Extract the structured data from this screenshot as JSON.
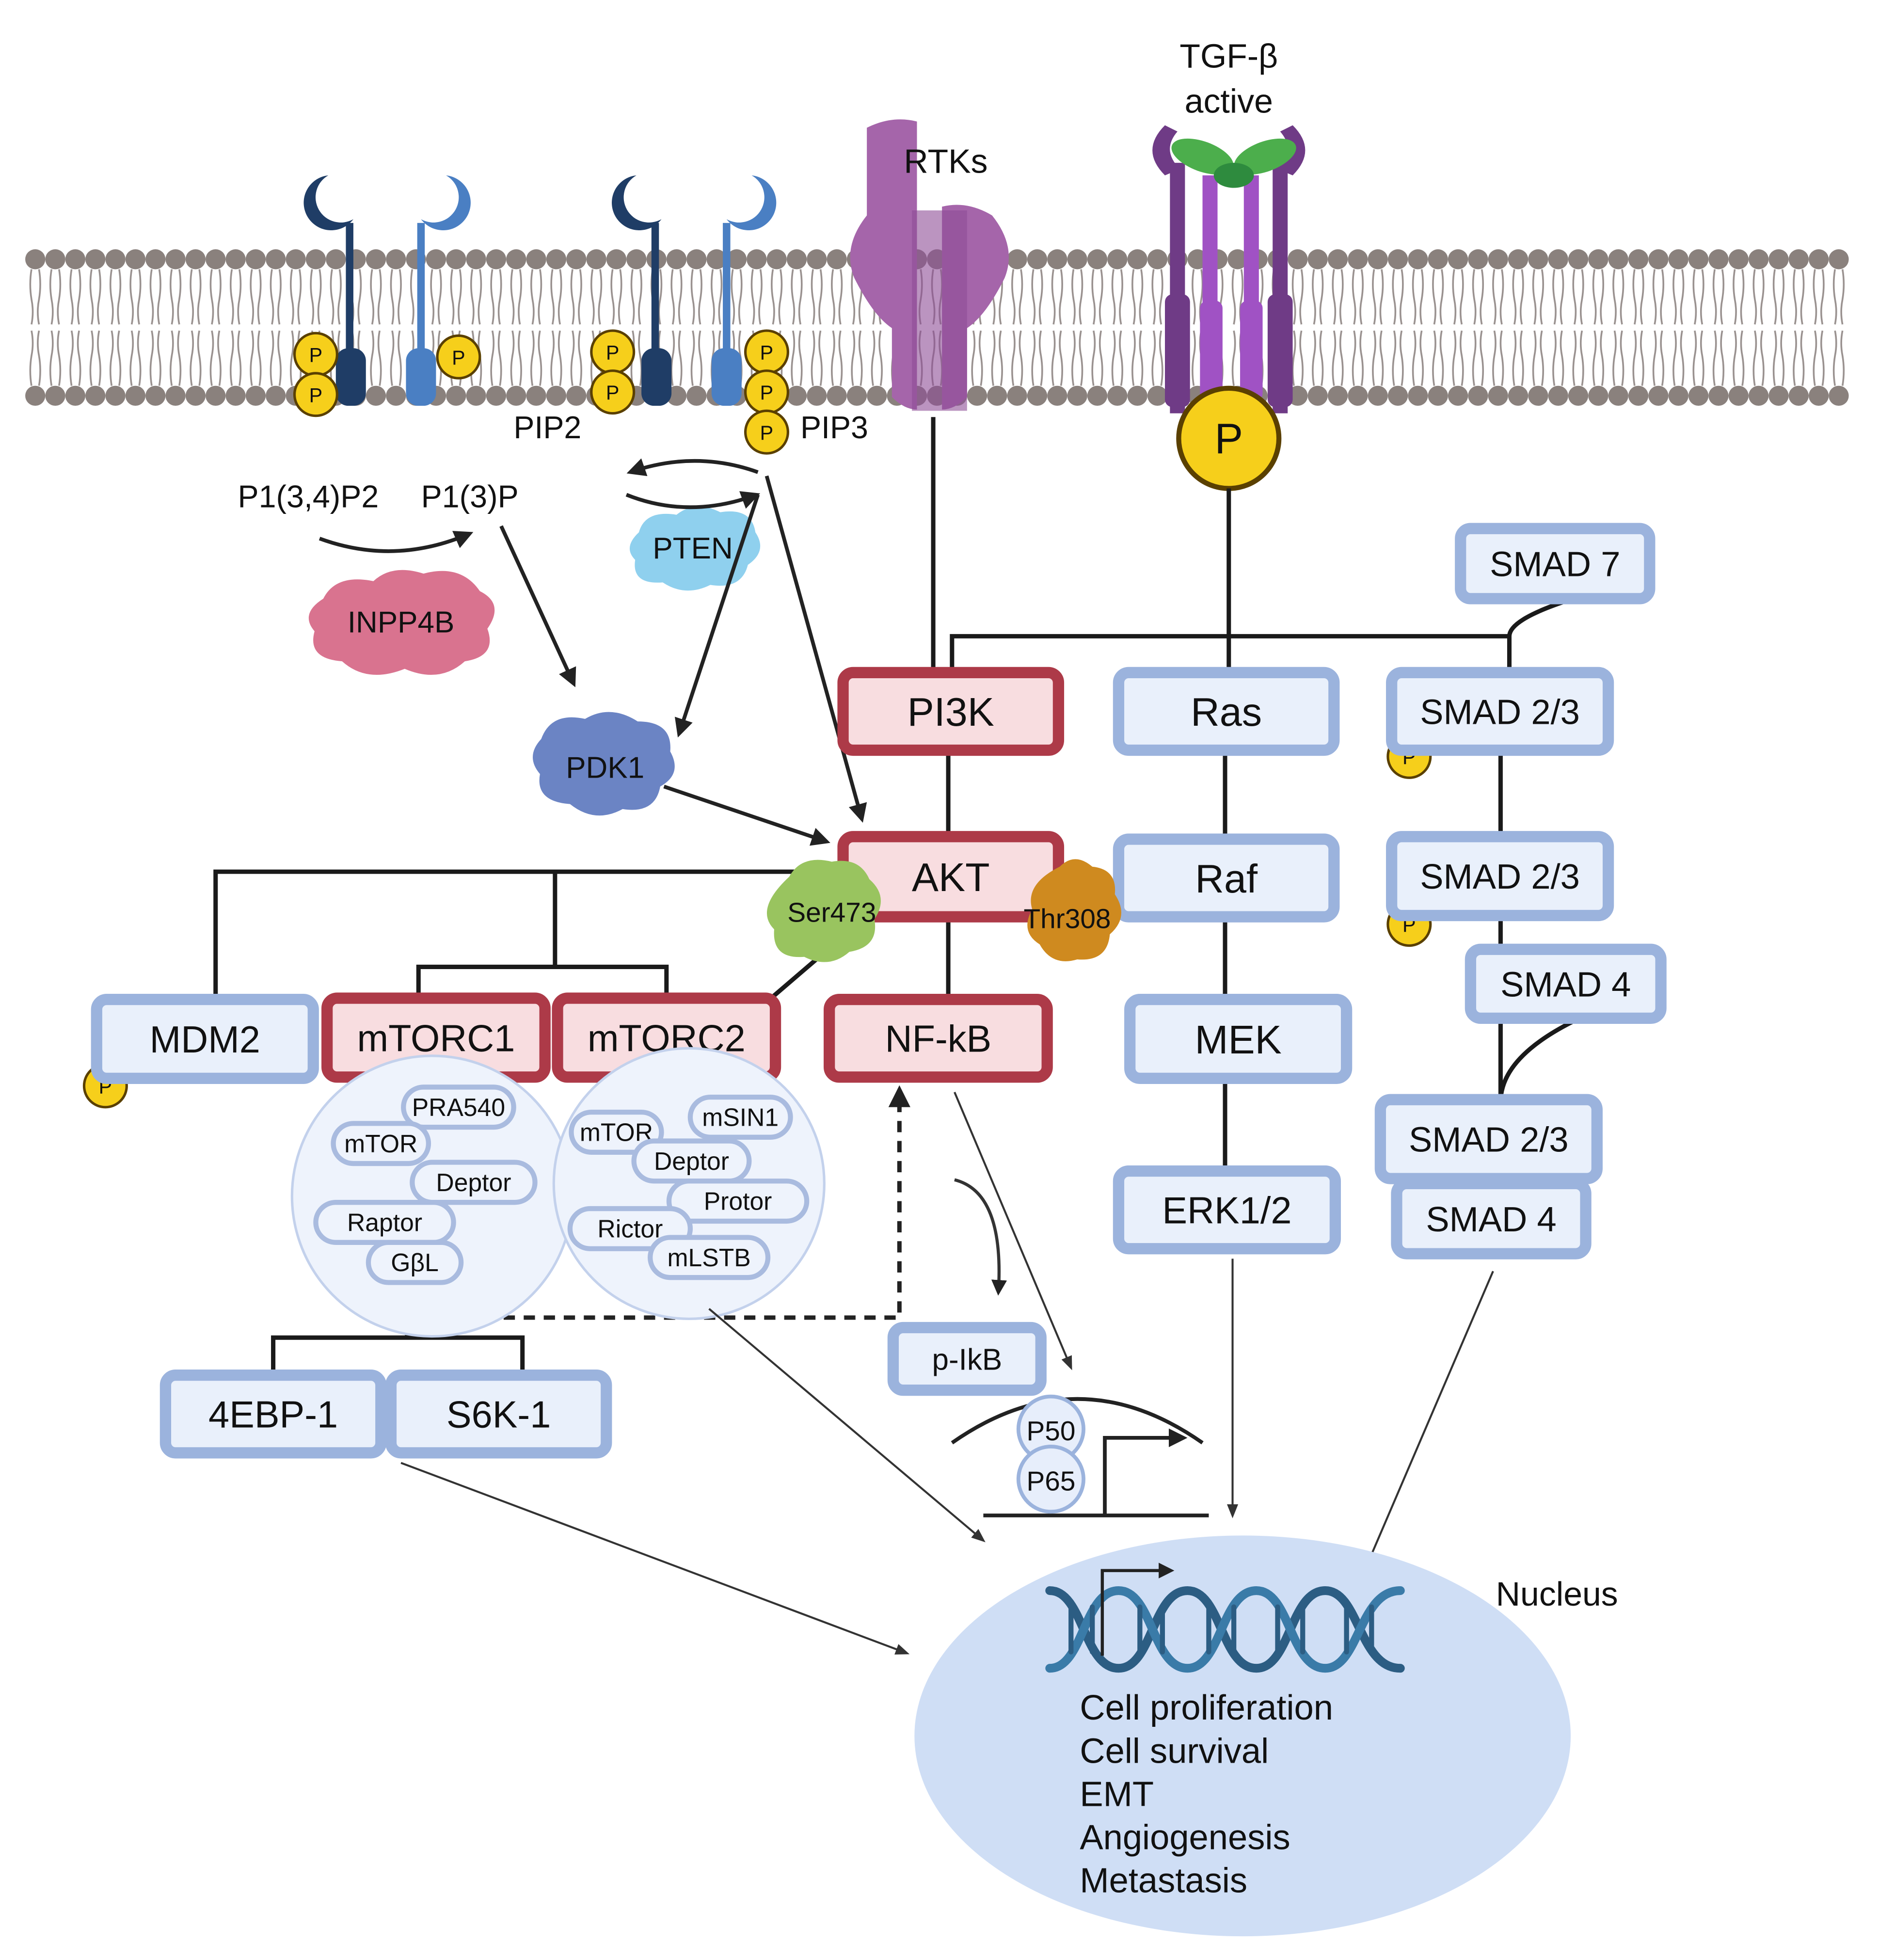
{
  "colors": {
    "membrane_head": "#8a817d",
    "receptor_dark": "#1f3d66",
    "receptor_light": "#4a7fc3",
    "rtk": "#a565aa",
    "tgfb_receptor": "#6f3b86",
    "tgfb_ligand": "#4cae4c",
    "phospho": "#f2c418",
    "pten": "#8fd0ee",
    "inpp4b": "#d9738f",
    "pdk1": "#6b84c4",
    "ser473": "#99c45f",
    "thr308": "#cf8a1f",
    "nucleus": "#cfdef5",
    "box_blue_fill": "#e9f0fb",
    "box_red_fill": "#f8dde0"
  },
  "labels": {
    "tgfb": [
      "TGF-β",
      "active"
    ],
    "rtks": "RTKs",
    "pip2": "PIP2",
    "pip3": "PIP3",
    "p134p2": "P1(3,4)P2",
    "p13p": "P1(3)P",
    "pten": "PTEN",
    "inpp4b": "INPP4B",
    "pdk1": "PDK1",
    "ser473": "Ser473",
    "thr308": "Thr308",
    "phospho": "P",
    "nucleus": "Nucleus",
    "p50": "P50",
    "p65": "P65"
  },
  "boxes": {
    "pi3k": "PI3K",
    "akt": "AKT",
    "nfkb": "NF-kB",
    "mtorc1": "mTORC1",
    "mtorc2": "mTORC2",
    "mdm2": "MDM2",
    "ras": "Ras",
    "raf": "Raf",
    "mek": "MEK",
    "erk": "ERK1/2",
    "smad7": "SMAD 7",
    "smad23_a": "SMAD 2/3",
    "smad23_b": "SMAD 2/3",
    "smad4_a": "SMAD 4",
    "smad23_c": "SMAD 2/3",
    "smad4_b": "SMAD 4",
    "ebp1": "4EBP-1",
    "s6k1": "S6K-1",
    "pikb": "p-IkB"
  },
  "mtorc1_components": [
    "PRA540",
    "mTOR",
    "Deptor",
    "Raptor",
    "GβL"
  ],
  "mtorc2_components": [
    "mTOR",
    "mSIN1",
    "Deptor",
    "Protor",
    "Rictor",
    "mLSTB"
  ],
  "outcomes": [
    "Cell  proliferation",
    "Cell survival",
    "EMT",
    "Angiogenesis",
    "Metastasis"
  ]
}
